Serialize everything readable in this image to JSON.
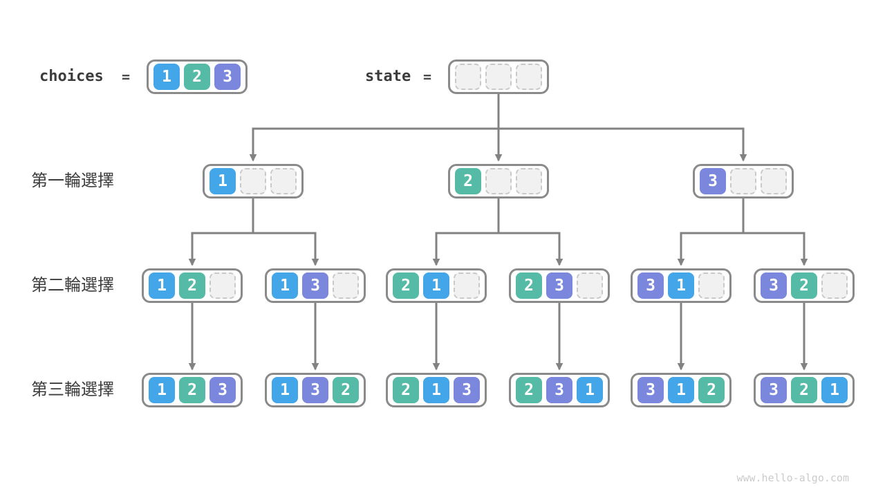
{
  "page": {
    "background": "#FFFFFF",
    "watermark": "www.hello-algo.com"
  },
  "colors": {
    "choice1": "#43A6E8",
    "choice2": "#56BBA6",
    "choice3": "#7B87DD",
    "empty_fill": "#F1F1F1",
    "empty_border": "#C9C9C9",
    "box_border": "#8A8A8A",
    "connector": "#828282",
    "label_text": "#3C3C3C",
    "cell_text": "#FFFFFF",
    "watermark_text": "#CBCBCB"
  },
  "legend": {
    "choices_label": "choices",
    "choices_equals": "=",
    "choices_values": [
      1,
      2,
      3
    ],
    "state_label": "state",
    "state_equals": "=",
    "state_values": [
      null,
      null,
      null
    ]
  },
  "row_labels": [
    "第一輪選擇",
    "第二輪選擇",
    "第三輪選擇"
  ],
  "tree": {
    "round1": [
      [
        1,
        null,
        null
      ],
      [
        2,
        null,
        null
      ],
      [
        3,
        null,
        null
      ]
    ],
    "round2": [
      [
        1,
        2,
        null
      ],
      [
        1,
        3,
        null
      ],
      [
        2,
        1,
        null
      ],
      [
        2,
        3,
        null
      ],
      [
        3,
        1,
        null
      ],
      [
        3,
        2,
        null
      ]
    ],
    "round3": [
      [
        1,
        2,
        3
      ],
      [
        1,
        3,
        2
      ],
      [
        2,
        1,
        3
      ],
      [
        2,
        3,
        1
      ],
      [
        3,
        1,
        2
      ],
      [
        3,
        2,
        1
      ]
    ]
  }
}
